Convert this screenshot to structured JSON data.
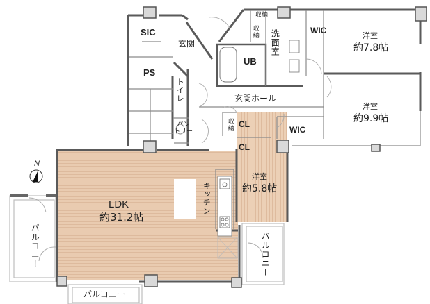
{
  "floor_plan": {
    "colors": {
      "floor_wood": "#e8c9ad",
      "floor_wood_line": "#d9b597",
      "wall": "#555555",
      "pillar_fill": "#d9d9d9",
      "line": "#999999",
      "background": "#ffffff"
    },
    "compass": {
      "label": "N"
    },
    "rooms": {
      "sic": {
        "name": "SIC"
      },
      "genkan": {
        "name": "玄関"
      },
      "ps": {
        "name": "PS"
      },
      "toilet": {
        "name": "トイレ"
      },
      "pantry": {
        "name_line1": "パン",
        "name_line2": "トリー"
      },
      "storage_top_1": {
        "name": "収納"
      },
      "storage_top_2": {
        "name": "収納"
      },
      "washroom": {
        "name": "洗面室"
      },
      "ub": {
        "name": "UB"
      },
      "wic_top": {
        "name": "WIC"
      },
      "bedroom_1": {
        "name": "洋室",
        "size": "約7.8帖"
      },
      "entrance_hall": {
        "name": "玄関ホール"
      },
      "storage_hall": {
        "name": "収納"
      },
      "cl_1": {
        "name": "CL"
      },
      "cl_2": {
        "name": "CL"
      },
      "wic_mid": {
        "name": "WIC"
      },
      "bedroom_2": {
        "name": "洋室",
        "size": "約9.9帖"
      },
      "bedroom_3": {
        "name": "洋室",
        "size": "約5.8帖"
      },
      "kitchen": {
        "name": "キッチン"
      },
      "ldk": {
        "name": "LDK",
        "size": "約31.2帖"
      },
      "balcony_left": {
        "name": "バルコニー"
      },
      "balcony_bottom": {
        "name": "バルコニー"
      },
      "balcony_right": {
        "name": "バルコニー"
      }
    }
  }
}
